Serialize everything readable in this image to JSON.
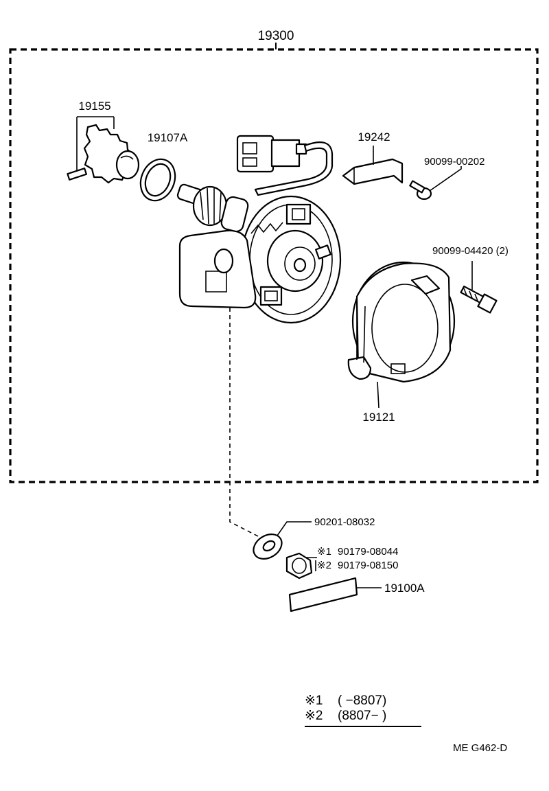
{
  "labels": {
    "assembly": "19300",
    "gear_pin": "19155",
    "o_ring": "19107A",
    "bracket": "19242",
    "screw": "90099-00202",
    "bolt": "90099-04420 (2)",
    "cap": "19121",
    "washer": "90201-08032",
    "nut_1": "90179-08044",
    "nut_2": "90179-08150",
    "plate": "19100A",
    "mark_1": "※1",
    "mark_2": "※2"
  },
  "legend": {
    "row1_mark": "※1",
    "row1_range": "(        −8807)",
    "row2_mark": "※2",
    "row2_range": "(8807−        )"
  },
  "footer": {
    "code": "ME  G462-D"
  }
}
